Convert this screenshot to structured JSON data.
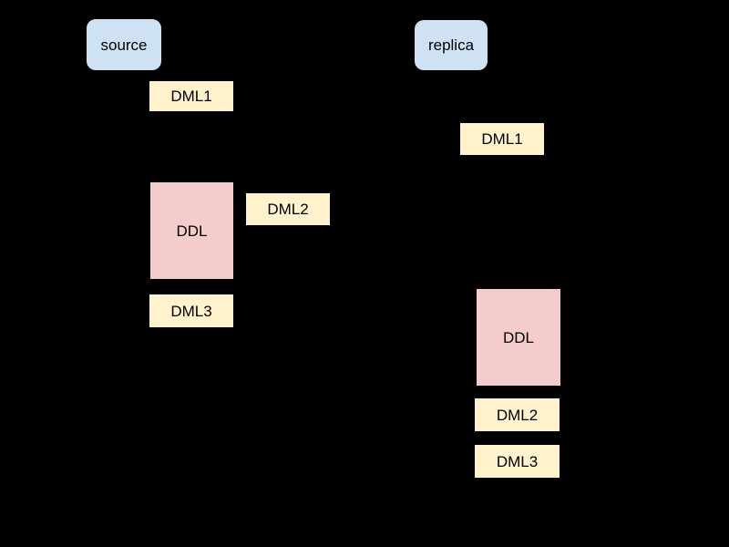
{
  "diagram": {
    "background": "#000000",
    "text_color": "#000000",
    "node_colors": {
      "actor_fill": "#cfe2f3",
      "dml_fill": "#fff2cc",
      "ddl_fill": "#f4cccc"
    },
    "source_lane": {
      "actor": "source",
      "dml1": "DML1",
      "ddl": "DDL",
      "dml2": "DML2",
      "dml3": "DML3"
    },
    "replica_lane": {
      "actor": "replica",
      "dml1": "DML1",
      "ddl": "DDL",
      "dml2": "DML2",
      "dml3": "DML3"
    }
  }
}
